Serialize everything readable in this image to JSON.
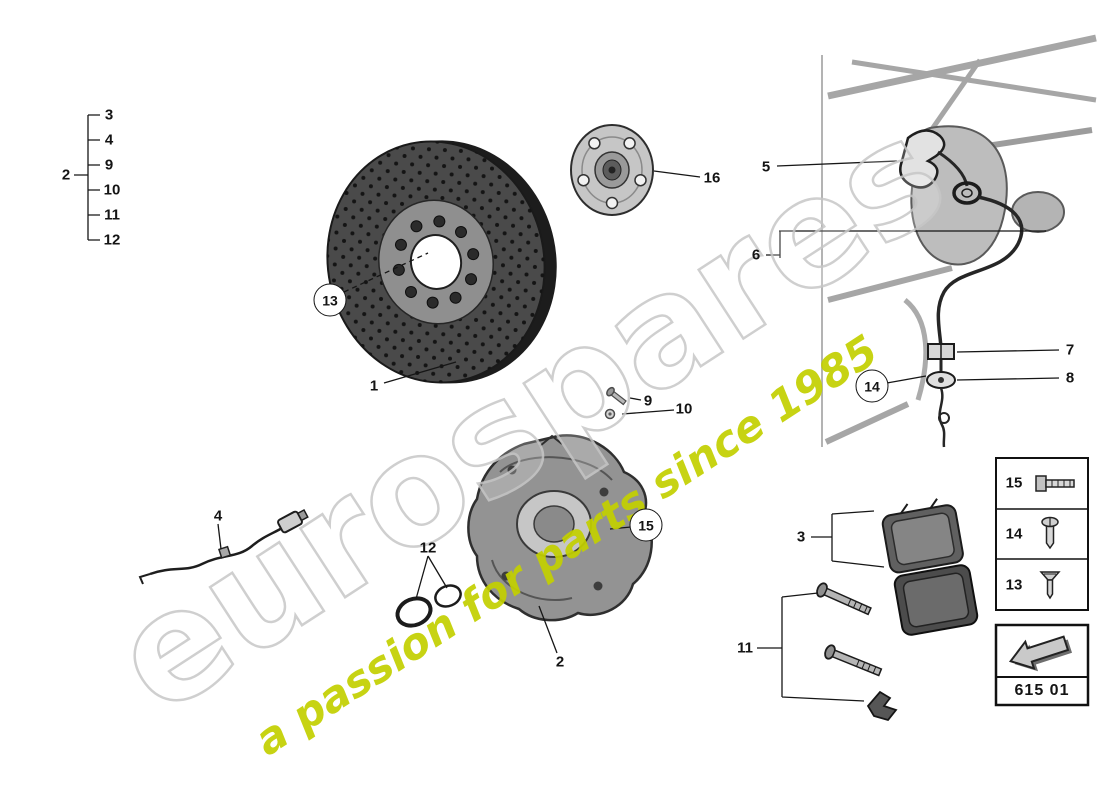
{
  "watermark": {
    "brand": "eurospares",
    "tagline": "a passion for parts since 1985"
  },
  "colors": {
    "watermark_gray": "#c7c7c7",
    "tagline": "#c3d000"
  },
  "bracket_group": {
    "label": "2",
    "items": [
      "3",
      "4",
      "9",
      "10",
      "11",
      "12"
    ]
  },
  "callouts": {
    "disc": "1",
    "cover_plate": "2",
    "brake_pads": "3",
    "speed_sensor": "4",
    "bracket": "5",
    "brake_hose": "6",
    "retainer": "7",
    "grommet": "8",
    "bolt": "9",
    "valve": "10",
    "pad_bolts": "11",
    "seals": "12",
    "disc_circle": "13",
    "hose_screw_circle": "14",
    "cover_screw_circle": "15",
    "wheel_hub": "16"
  },
  "legend": {
    "rows": [
      {
        "num": "15",
        "icon": "hex-bolt"
      },
      {
        "num": "14",
        "icon": "pan-head-screw"
      },
      {
        "num": "13",
        "icon": "countersunk-screw"
      }
    ]
  },
  "part_code": "615 01"
}
